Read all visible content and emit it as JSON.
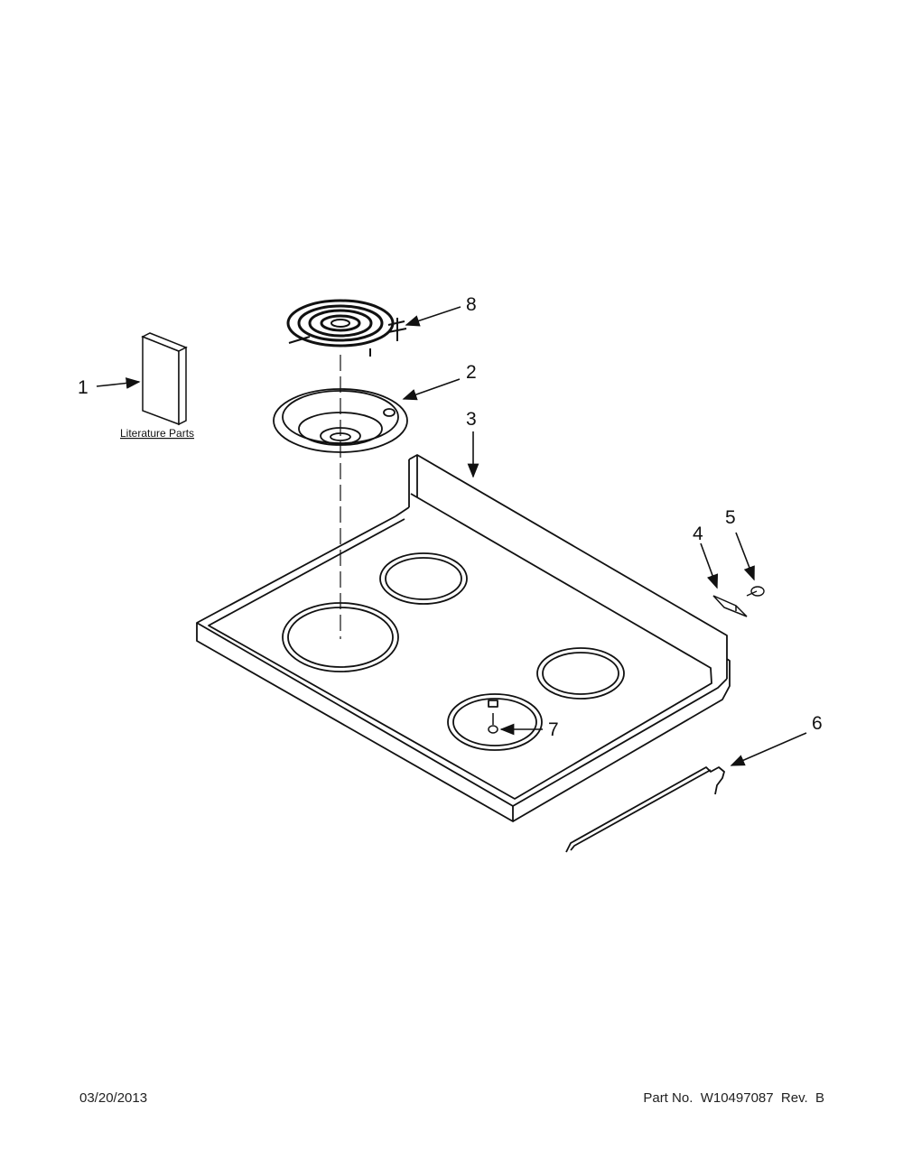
{
  "callouts": [
    "1",
    "2",
    "3",
    "4",
    "5",
    "6",
    "7",
    "8"
  ],
  "literature_label": "Literature Parts",
  "footer": {
    "date": "03/20/2013",
    "part_number": "Part No.  W10497087  Rev.  B"
  }
}
